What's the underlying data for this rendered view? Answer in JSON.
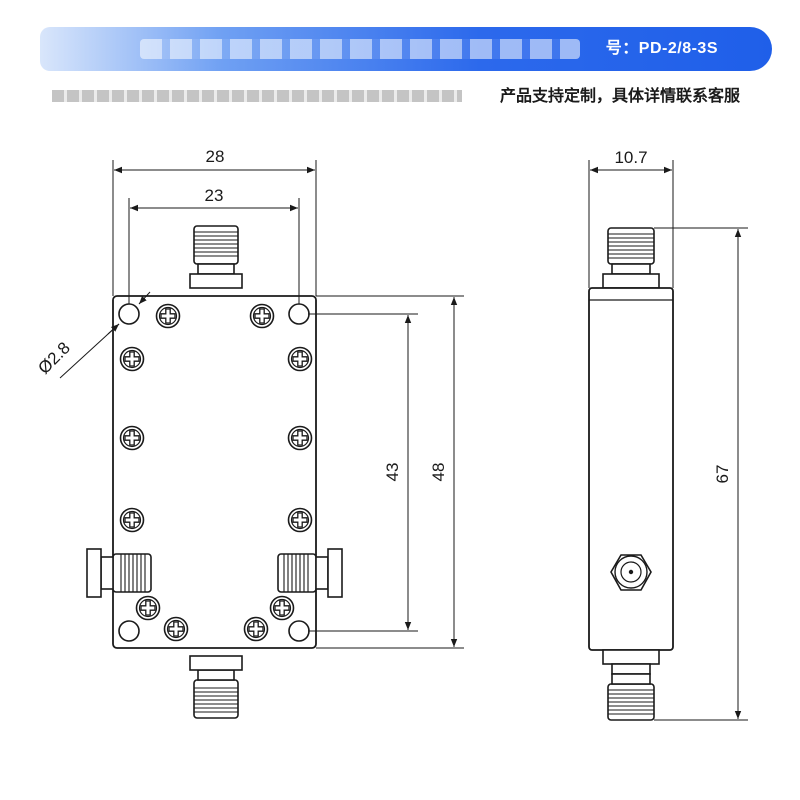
{
  "banner": {
    "visible_text": "号：PD-2/8-3S"
  },
  "subtitle": {
    "visible_text": "产品支持定制，具体详情联系客服"
  },
  "front_view": {
    "width_outer": "28",
    "hole_spacing": "23",
    "hole_diameter": "Ø2.8",
    "hole_spacing_vertical": "43",
    "height_body": "48"
  },
  "side_view": {
    "thickness": "10.7",
    "overall_height": "67"
  },
  "colors": {
    "banner_blue": "#1f5fe9",
    "line": "#1a1a1a"
  }
}
